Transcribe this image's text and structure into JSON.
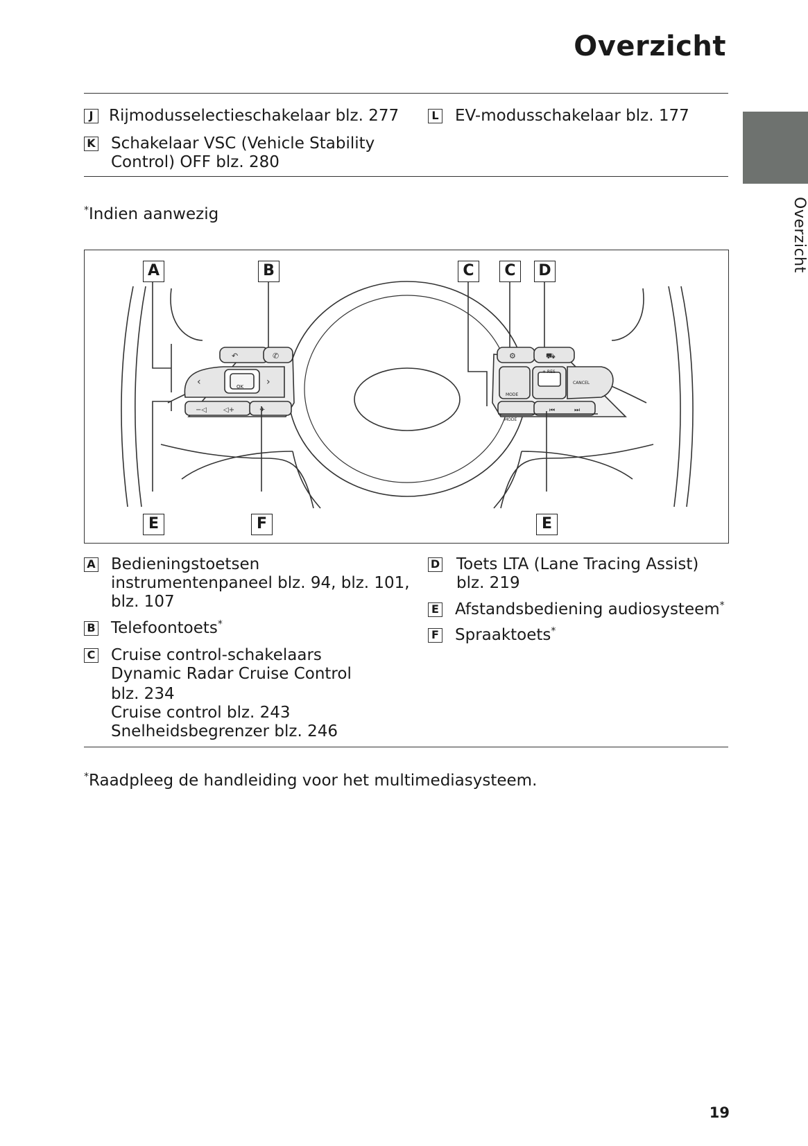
{
  "header": {
    "title": "Overzicht"
  },
  "side_tab": {
    "label": "Overzicht"
  },
  "top_legend": [
    {
      "key": "J",
      "lines": [
        "Rijmodusselectieschakelaar blz. 277"
      ]
    },
    {
      "key": "K",
      "lines": [
        "Schakelaar VSC (Vehicle Stability",
        "Control) OFF blz. 280"
      ]
    },
    {
      "key": "L",
      "lines": [
        "EV-modusschakelaar blz. 177"
      ]
    }
  ],
  "note_top": {
    "star": "*",
    "text": "Indien aanwezig"
  },
  "figure": {
    "callouts": {
      "a": "A",
      "b": "B",
      "c1": "C",
      "c2": "C",
      "d": "D",
      "e1": "E",
      "f": "F",
      "e2": "E"
    },
    "button_labels": {
      "ok": "OK",
      "mode_left": "MODE",
      "res": "+ RES",
      "cancel": "CANCEL",
      "mode_right": "MODE"
    }
  },
  "legend_left": [
    {
      "key": "A",
      "lines": [
        "Bedieningstoetsen",
        "instrumentenpaneel blz. 94, blz. 101,",
        "blz. 107"
      ]
    },
    {
      "key": "B",
      "text": "Telefoontoets",
      "star": "*"
    },
    {
      "key": "C",
      "lines": [
        "Cruise control-schakelaars",
        "Dynamic Radar Cruise Control",
        "blz. 234",
        "Cruise control blz. 243",
        "Snelheidsbegrenzer blz. 246"
      ]
    }
  ],
  "legend_right": [
    {
      "key": "D",
      "lines": [
        "Toets LTA (Lane Tracing Assist)",
        "blz. 219"
      ]
    },
    {
      "key": "E",
      "text": "Afstandsbediening audiosysteem",
      "star": "*"
    },
    {
      "key": "F",
      "text": "Spraaktoets",
      "star": "*"
    }
  ],
  "note_bottom": {
    "star": "*",
    "text": "Raadpleeg de handleiding voor het multimediasysteem."
  },
  "page_number": "19"
}
